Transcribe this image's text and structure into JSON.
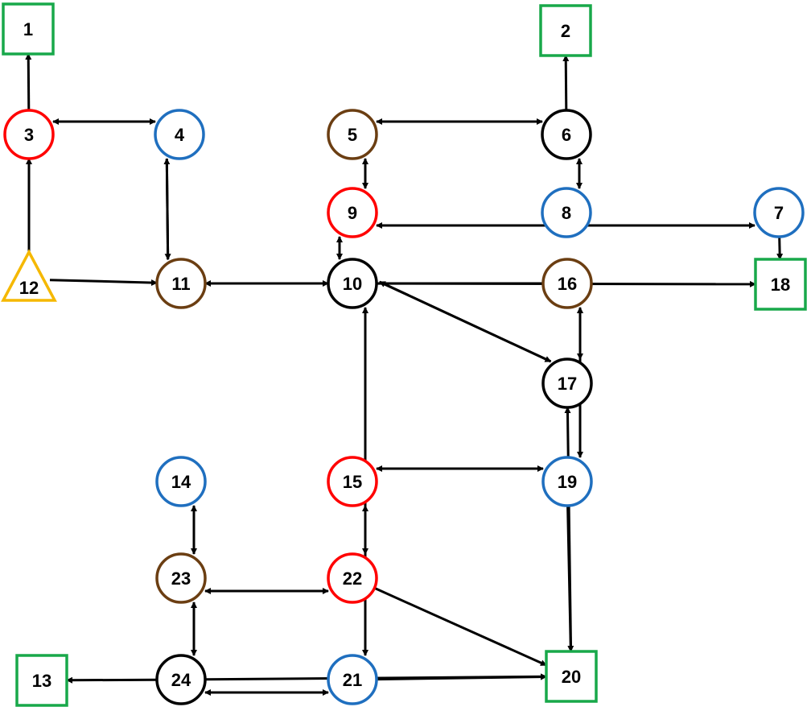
{
  "colors": {
    "red": "#ff0000",
    "blue": "#1f6fbf",
    "brown": "#6b3e12",
    "black": "#000000",
    "green": "#18a84a",
    "orange": "#f5b800",
    "edge": "#000000"
  },
  "nodes": [
    {
      "id": "1",
      "label": "1",
      "shape": "square",
      "color": "green"
    },
    {
      "id": "2",
      "label": "2",
      "shape": "square",
      "color": "green"
    },
    {
      "id": "3",
      "label": "3",
      "shape": "circle",
      "color": "red"
    },
    {
      "id": "4",
      "label": "4",
      "shape": "circle",
      "color": "blue"
    },
    {
      "id": "5",
      "label": "5",
      "shape": "circle",
      "color": "brown"
    },
    {
      "id": "6",
      "label": "6",
      "shape": "circle",
      "color": "black"
    },
    {
      "id": "7",
      "label": "7",
      "shape": "circle",
      "color": "blue"
    },
    {
      "id": "8",
      "label": "8",
      "shape": "circle",
      "color": "blue"
    },
    {
      "id": "9",
      "label": "9",
      "shape": "circle",
      "color": "red"
    },
    {
      "id": "10",
      "label": "10",
      "shape": "circle",
      "color": "black"
    },
    {
      "id": "11",
      "label": "11",
      "shape": "circle",
      "color": "brown"
    },
    {
      "id": "12",
      "label": "12",
      "shape": "triangle",
      "color": "orange"
    },
    {
      "id": "13",
      "label": "13",
      "shape": "square",
      "color": "green"
    },
    {
      "id": "14",
      "label": "14",
      "shape": "circle",
      "color": "blue"
    },
    {
      "id": "15",
      "label": "15",
      "shape": "circle",
      "color": "red"
    },
    {
      "id": "16",
      "label": "16",
      "shape": "circle",
      "color": "brown"
    },
    {
      "id": "17",
      "label": "17",
      "shape": "circle",
      "color": "black"
    },
    {
      "id": "18",
      "label": "18",
      "shape": "square",
      "color": "green"
    },
    {
      "id": "19",
      "label": "19",
      "shape": "circle",
      "color": "blue"
    },
    {
      "id": "20",
      "label": "20",
      "shape": "square",
      "color": "green"
    },
    {
      "id": "21",
      "label": "21",
      "shape": "circle",
      "color": "blue"
    },
    {
      "id": "22",
      "label": "22",
      "shape": "circle",
      "color": "red"
    },
    {
      "id": "23",
      "label": "23",
      "shape": "circle",
      "color": "brown"
    },
    {
      "id": "24",
      "label": "24",
      "shape": "circle",
      "color": "black"
    }
  ],
  "edges": [
    {
      "from": "3",
      "to": "4"
    },
    {
      "from": "4",
      "to": "3"
    },
    {
      "from": "12",
      "to": "3"
    },
    {
      "from": "3",
      "to": "1"
    },
    {
      "from": "4",
      "to": "11"
    },
    {
      "from": "11",
      "to": "4"
    },
    {
      "from": "12",
      "to": "11"
    },
    {
      "from": "11",
      "to": "10"
    },
    {
      "from": "10",
      "to": "18"
    },
    {
      "from": "16",
      "to": "11"
    },
    {
      "from": "5",
      "to": "6"
    },
    {
      "from": "6",
      "to": "5"
    },
    {
      "from": "5",
      "to": "9"
    },
    {
      "from": "9",
      "to": "5"
    },
    {
      "from": "6",
      "to": "8"
    },
    {
      "from": "8",
      "to": "6"
    },
    {
      "from": "6",
      "to": "2"
    },
    {
      "from": "9",
      "to": "7"
    },
    {
      "from": "7",
      "to": "9"
    },
    {
      "from": "7",
      "to": "18"
    },
    {
      "from": "9",
      "to": "10"
    },
    {
      "from": "10",
      "to": "9"
    },
    {
      "from": "10",
      "to": "17"
    },
    {
      "from": "17",
      "to": "10"
    },
    {
      "from": "16",
      "to": "17"
    },
    {
      "from": "17",
      "to": "16"
    },
    {
      "from": "16",
      "to": "19"
    },
    {
      "from": "19",
      "to": "16"
    },
    {
      "from": "15",
      "to": "19"
    },
    {
      "from": "19",
      "to": "15"
    },
    {
      "from": "10",
      "to": "22"
    },
    {
      "from": "22",
      "to": "10"
    },
    {
      "from": "15",
      "to": "21"
    },
    {
      "from": "21",
      "to": "15"
    },
    {
      "from": "14",
      "to": "23"
    },
    {
      "from": "23",
      "to": "14"
    },
    {
      "from": "23",
      "to": "22"
    },
    {
      "from": "22",
      "to": "23"
    },
    {
      "from": "22",
      "to": "20"
    },
    {
      "from": "23",
      "to": "24"
    },
    {
      "from": "24",
      "to": "23"
    },
    {
      "from": "24",
      "to": "21"
    },
    {
      "from": "21",
      "to": "24"
    },
    {
      "from": "24",
      "to": "20"
    },
    {
      "from": "21",
      "to": "20"
    },
    {
      "from": "24",
      "to": "13"
    },
    {
      "from": "19",
      "to": "20"
    },
    {
      "from": "20",
      "to": "17"
    }
  ]
}
